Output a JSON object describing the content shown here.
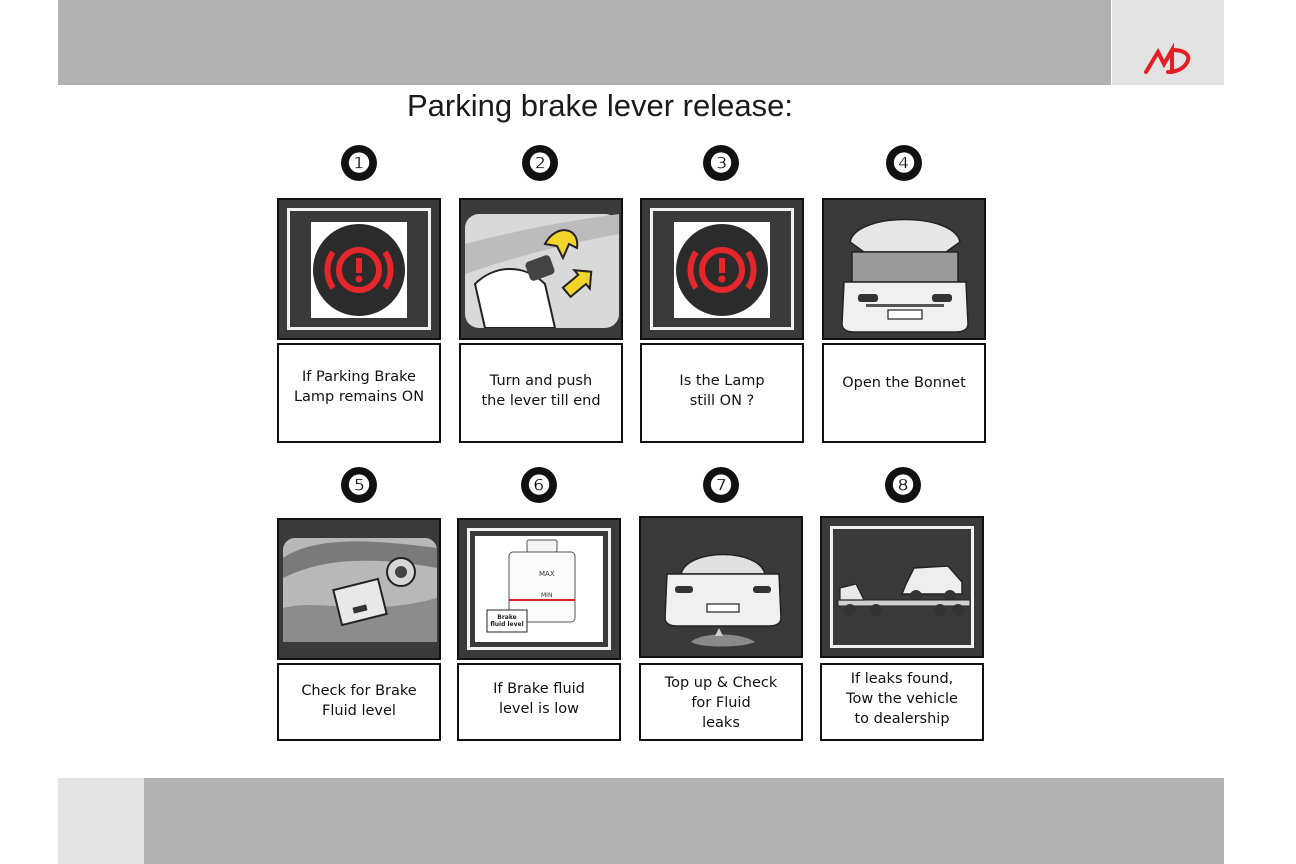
{
  "header": {
    "logo": "mahindra-logo-icon",
    "brand_color": "#e31e24"
  },
  "page": {
    "title": "Parking brake lever release:"
  },
  "steps": [
    {
      "number": "❶",
      "caption": "If Parking Brake\nLamp remains ON",
      "image": "brake-warning-lamp-icon"
    },
    {
      "number": "❷",
      "caption": "Turn and push\nthe lever till end",
      "image": "lever-turn-push-illustration"
    },
    {
      "number": "❸",
      "caption": "Is the Lamp\nstill ON ?",
      "image": "brake-warning-lamp-icon"
    },
    {
      "number": "❹",
      "caption": "Open the Bonnet",
      "image": "car-bonnet-open-illustration"
    },
    {
      "number": "❺",
      "caption": "Check for Brake\nFluid level",
      "image": "brake-fluid-reservoir-photo"
    },
    {
      "number": "❻",
      "caption": "If Brake fluid\nlevel is low",
      "image": "fluid-level-diagram",
      "labels": {
        "max": "MAX",
        "min": "MIN",
        "fluid": "Brake\nfluid level"
      }
    },
    {
      "number": "❼",
      "caption": "Top up & Check\nfor Fluid\nleaks",
      "image": "car-fluid-leak-illustration"
    },
    {
      "number": "❽",
      "caption": "If leaks found,\nTow the vehicle\nto dealership",
      "image": "tow-truck-illustration"
    }
  ]
}
